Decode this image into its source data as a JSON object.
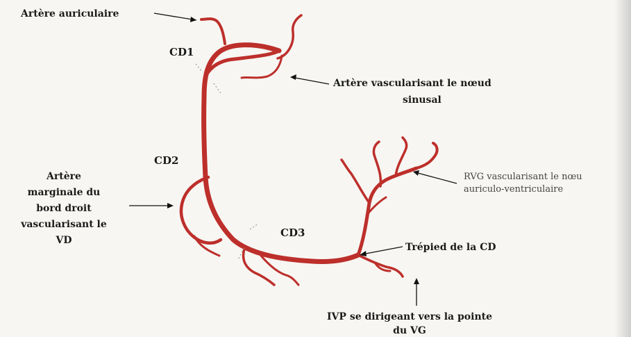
{
  "labels": {
    "arteriole_auriculaire": "Artère auriculaire",
    "cd1": "CD1",
    "cd2": "CD2",
    "cd3": "CD3",
    "noeud_sinusal_line1": "Artère vascularisant le nœud",
    "noeud_sinusal_line2": "sinusal",
    "marginale_line1": "Artère",
    "marginale_line2": "marginale du",
    "marginale_line3": "bord droit",
    "marginale_line4": "vascularisant le",
    "marginale_line5": "VD",
    "rvg_line1": "RVG vascularisant le nœu",
    "rvg_line2": "auriculo-ventriculaire",
    "trepied": "Trépied de la CD",
    "ivp_line1": "IVP se dirigeant vers la pointe",
    "ivp_line2": "du VG"
  },
  "colors": {
    "artery": "#bd2f2b",
    "background": "#f7f6f2",
    "text": "#1a1a1a"
  }
}
